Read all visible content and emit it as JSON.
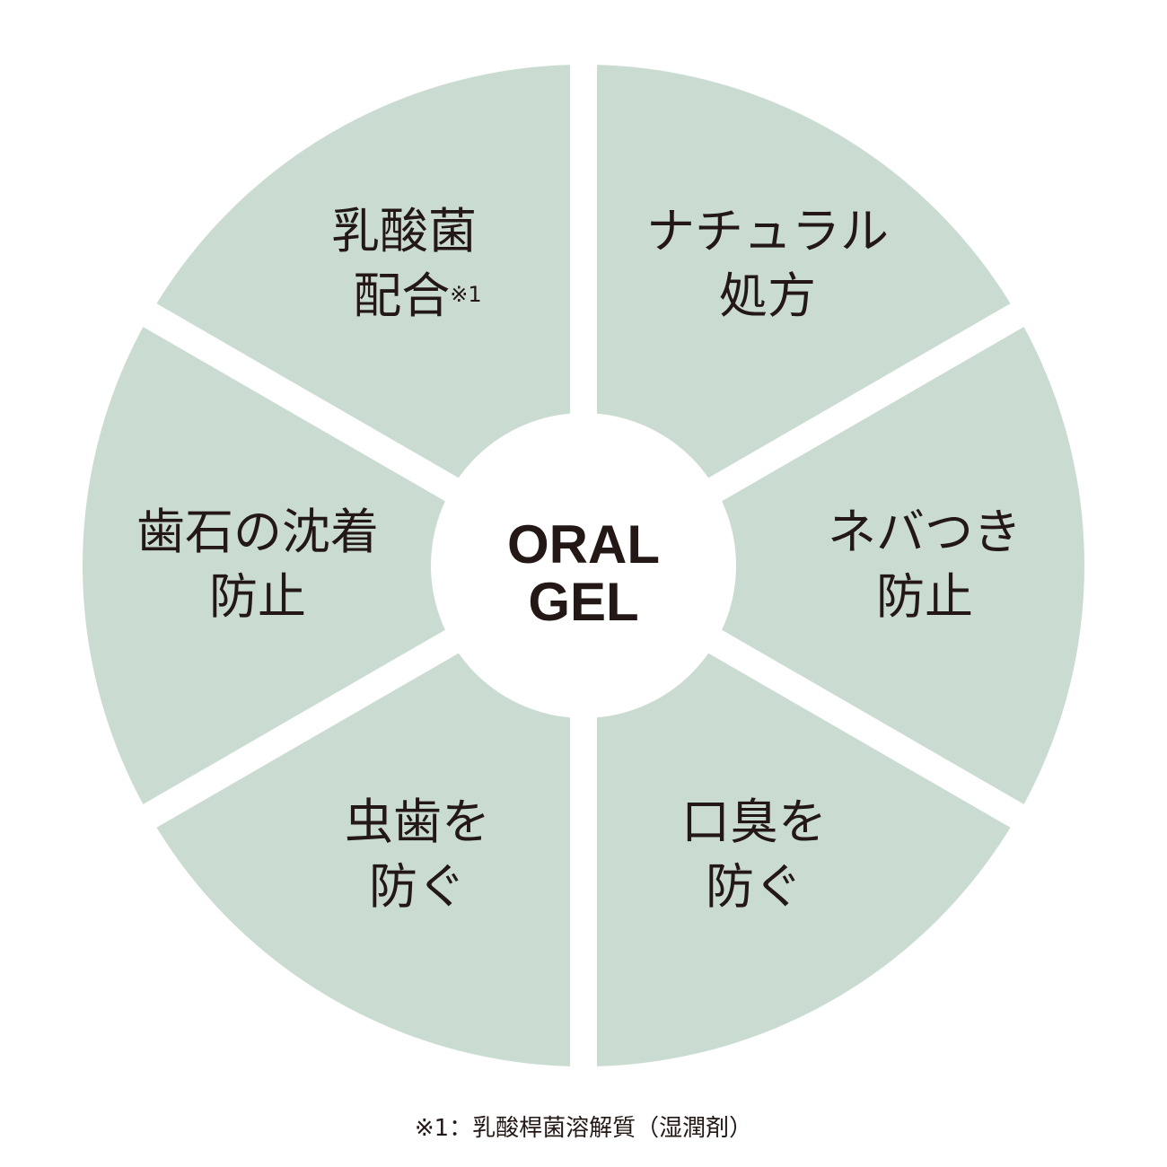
{
  "colors": {
    "segment": "#cadcd2",
    "text": "#231815",
    "background": "#ffffff"
  },
  "center": {
    "line1": "ORAL",
    "line2": "GEL"
  },
  "segments": [
    {
      "line1": "乳酸菌",
      "line2": "配合",
      "note": "※1"
    },
    {
      "line1": "ナチュラル",
      "line2": "処方"
    },
    {
      "line1": "ネバつき",
      "line2": "防止"
    },
    {
      "line1": "口臭を",
      "line2": "防ぐ"
    },
    {
      "line1": "虫歯を",
      "line2": "防ぐ"
    },
    {
      "line1": "歯石の沈着",
      "line2": "防止"
    }
  ],
  "footnote": "※1：乳酸桿菌溶解質（湿潤剤）"
}
